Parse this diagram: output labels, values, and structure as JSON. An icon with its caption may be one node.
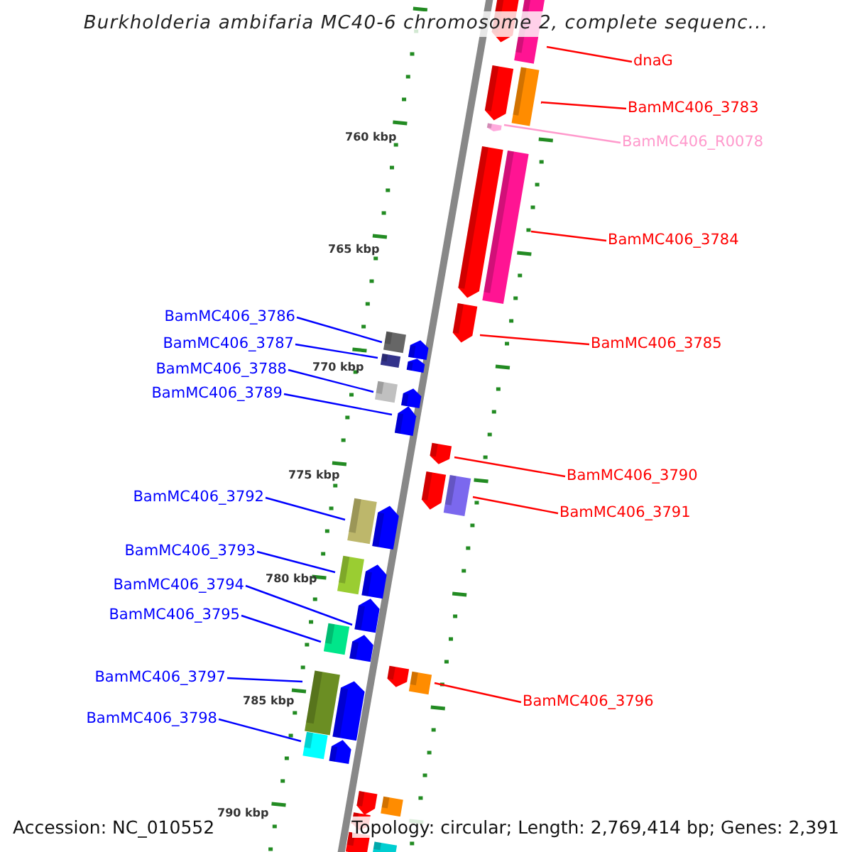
{
  "diagram": {
    "title": "Burkholderia ambifaria MC40-6 chromosome 2, complete sequenc...",
    "nodes": [
      {
        "text": [
          "dnaG"
        ]
      },
      {
        "text": [
          "BamMC406_3783"
        ]
      },
      {
        "text": [
          "BamMC406_R0078"
        ]
      },
      {
        "text": [
          "BamMC406_3784"
        ]
      },
      {
        "text": [
          "BamMC406_3786"
        ]
      },
      {
        "text": [
          "BamMC406_3787"
        ]
      },
      {
        "text": [
          "BamMC406_3785"
        ]
      },
      {
        "text": [
          "BamMC406_3788"
        ]
      },
      {
        "text": [
          "BamMC406_3789"
        ]
      },
      {
        "text": [
          "BamMC406_3790"
        ]
      },
      {
        "text": [
          "BamMC406_3792"
        ]
      },
      {
        "text": [
          "BamMC406_3791"
        ]
      },
      {
        "text": [
          "BamMC406_3793"
        ]
      },
      {
        "text": [
          "BamMC406_3794"
        ]
      },
      {
        "text": [
          "BamMC406_3795"
        ]
      },
      {
        "text": [
          "BamMC406_3797"
        ]
      },
      {
        "text": [
          "BamMC406_3796"
        ]
      },
      {
        "text": [
          "BamMC406_3798"
        ]
      },
      {
        "text": [],
        "shape": "box"
      },
      {
        "text": [],
        "shape": "box"
      },
      {
        "text": [],
        "shape": "box"
      },
      {
        "text": [],
        "shape": "box"
      },
      {
        "text": [],
        "shape": "box"
      },
      {
        "text": [],
        "shape": "box"
      },
      {
        "text": [],
        "shape": "box"
      },
      {
        "text": [],
        "shape": "box"
      },
      {
        "text": [],
        "shape": "box"
      },
      {
        "text": [],
        "shape": "box"
      },
      {
        "text": [],
        "shape": "box"
      },
      {
        "text": [],
        "shape": "box"
      },
      {
        "text": [],
        "shape": "box"
      },
      {
        "text": [],
        "shape": "box"
      },
      {
        "text": [],
        "shape": "box"
      },
      {
        "text": [],
        "shape": "box"
      },
      {
        "text": [],
        "shape": "box"
      },
      {
        "text": [],
        "shape": "box"
      }
    ],
    "edges": [
      {
        "from": 0,
        "to": 18,
        "arrow": "none",
        "color": "#ff0000"
      },
      {
        "from": 1,
        "to": 19,
        "arrow": "none",
        "color": "#ff0000"
      },
      {
        "from": 2,
        "to": 20,
        "arrow": "none",
        "color": "#ff99cc"
      },
      {
        "from": 3,
        "to": 21,
        "arrow": "none",
        "color": "#ff0000"
      },
      {
        "from": 4,
        "to": 23,
        "arrow": "none"
      },
      {
        "from": 5,
        "to": 24,
        "arrow": "none"
      },
      {
        "from": 6,
        "to": 22,
        "arrow": "none",
        "color": "#ff0000"
      },
      {
        "from": 7,
        "to": 25,
        "arrow": "none"
      },
      {
        "from": 8,
        "to": 26,
        "arrow": "none"
      },
      {
        "from": 9,
        "to": 27,
        "arrow": "none",
        "color": "#ff0000"
      },
      {
        "from": 10,
        "to": 29,
        "arrow": "none"
      },
      {
        "from": 11,
        "to": 28,
        "arrow": "none",
        "color": "#ff0000"
      },
      {
        "from": 12,
        "to": 30,
        "arrow": "none"
      },
      {
        "from": 13,
        "to": 31,
        "arrow": "none"
      },
      {
        "from": 14,
        "to": 32,
        "arrow": "none"
      },
      {
        "from": 15,
        "to": 34,
        "arrow": "none"
      },
      {
        "from": 16,
        "to": 33,
        "arrow": "none",
        "color": "#ff0000"
      },
      {
        "from": 17,
        "to": 35,
        "arrow": "none"
      }
    ],
    "labels": [
      "760 kbp",
      "765 kbp",
      "770 kbp",
      "775 kbp",
      "780 kbp",
      "785 kbp",
      "790 kbp",
      "Accession: NC_010552",
      "Topology: circular; Length: 2,769,414 bp; Genes: 2,391"
    ]
  }
}
